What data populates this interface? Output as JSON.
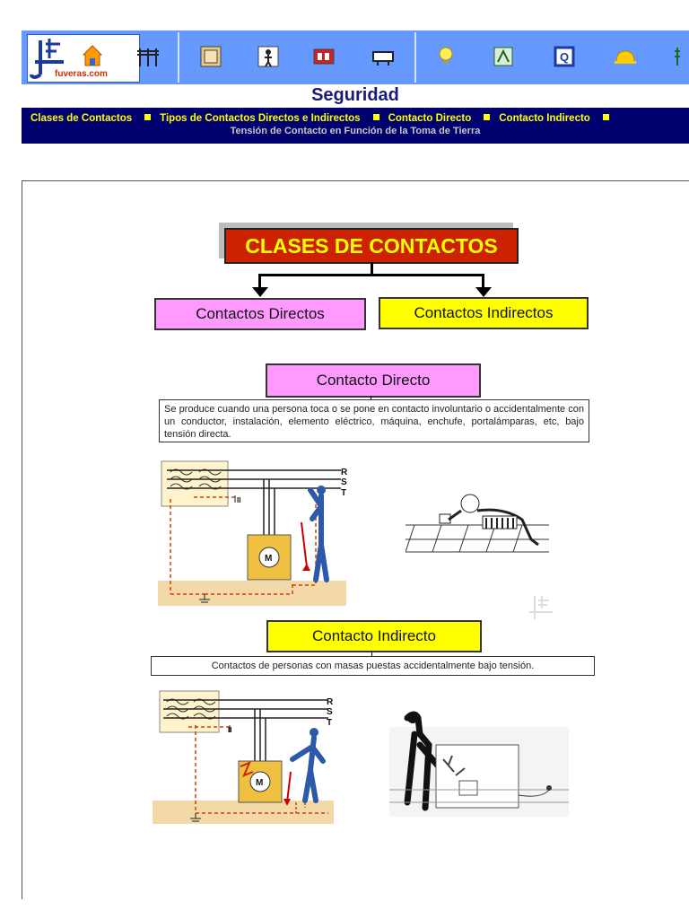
{
  "header": {
    "logo_text": "fuveras.com",
    "nav_icons": [
      "power-lines-icon",
      "electrical-panel-icon",
      "worker-icon",
      "fire-safety-icon",
      "generator-icon",
      "lightbulb-icon",
      "measurement-icon",
      "quality-icon",
      "hard-hat-icon",
      "tools-icon"
    ],
    "page_title": "Seguridad",
    "subnav": {
      "links": [
        "Clases de Contactos",
        "Tipos de Contactos Directos e Indirectos",
        "Contacto Directo",
        "Contacto Indirecto"
      ],
      "second_row": "Tensión de Contacto en Función de la Toma de Tierra"
    }
  },
  "diagram": {
    "main_title": "CLASES DE CONTACTOS",
    "branch_left": "Contactos Directos",
    "branch_right": "Contactos Indirectos",
    "direct": {
      "title": "Contacto Directo",
      "description": "Se produce cuando una persona toca o se pone en contacto involuntario o accidentalmente con un conductor, instalación, elemento eléctrico, máquina, enchufe, portalámparas, etc, bajo tensión directa."
    },
    "indirect": {
      "title": "Contacto Indirecto",
      "description": "Contactos de personas con masas puestas accidentalmente bajo tensión."
    },
    "phase_labels": [
      "R",
      "S",
      "T"
    ],
    "motor_label": "M",
    "switch_label": "II"
  },
  "colors": {
    "nav_bg": "#6699ff",
    "subnav_bg": "#00006e",
    "subnav_text": "#ffff00",
    "title_red": "#cc2200",
    "pink": "#ff99ff",
    "yellow": "#ffff00"
  }
}
